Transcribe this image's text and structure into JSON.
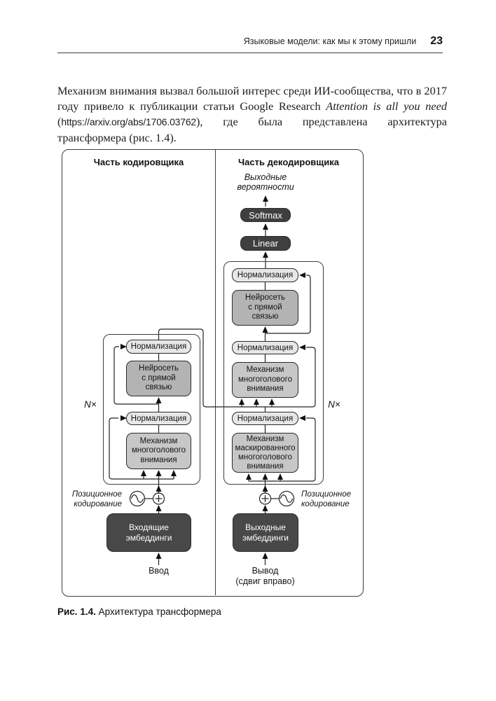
{
  "header": {
    "title": "Языковые модели: как мы к этому пришли",
    "page_number": "23"
  },
  "paragraph": {
    "text_start": "Механизм внимания вызвал большой интерес среди ИИ-сообщества, что в 2017 году привело к публикации статьи Google Research ",
    "italic_title": "Attention is all you need",
    "before_url": " (",
    "url": "https://arxiv.org/abs/1706.03762",
    "after_url": "), где была представлена архитектура трансформера (рис. 1.4)."
  },
  "diagram": {
    "encoder": {
      "header": "Часть кодировщика",
      "n_times": "N×",
      "norm": "Нормализация",
      "ffn": "Нейросеть\nс прямой\nсвязью",
      "attention": "Механизм\nмногоголового\nвнимания",
      "pos_encoding": "Позиционное\nкодирование",
      "embeddings": "Входящие\nэмбеддинги",
      "input_label": "Ввод"
    },
    "decoder": {
      "header": "Часть декодировщика",
      "n_times": "N×",
      "output_probs": "Выходные\nвероятности",
      "softmax": "Softmax",
      "linear": "Linear",
      "norm": "Нормализация",
      "ffn": "Нейросеть\nс прямой\nсвязью",
      "attention": "Механизм\nмногоголового\nвнимания",
      "masked_attention": "Механизм\nмаскированного\nмногоголового\nвнимания",
      "pos_encoding": "Позиционное\nкодирование",
      "embeddings": "Выходные\nэмбеддинги",
      "output_label": "Вывод\n(сдвиг вправо)"
    }
  },
  "caption": {
    "figure_label": "Рис. 1.4.",
    "figure_title": " Архитектура трансформера"
  },
  "colors": {
    "dark_box": "#3f3f3f",
    "ffn_box": "#b3b3b3",
    "attention_box": "#c7c7c7",
    "norm_box": "#e7e7e7",
    "line": "#222222"
  }
}
